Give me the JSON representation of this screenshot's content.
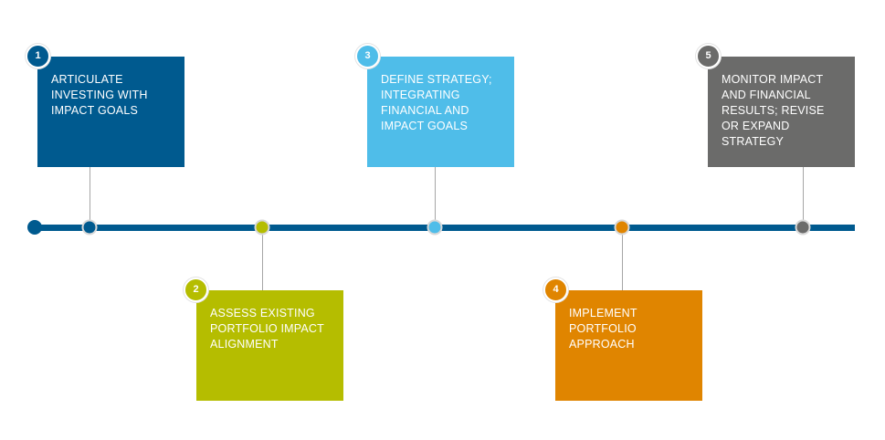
{
  "steps": [
    {
      "number": "1",
      "label": "ARTICULATE INVESTING WITH IMPACT GOALS",
      "color": "#005a8f"
    },
    {
      "number": "2",
      "label": "ASSESS EXISTING PORTFOLIO IMPACT ALIGNMENT",
      "color": "#b5bd00"
    },
    {
      "number": "3",
      "label": "DEFINE STRATEGY; INTEGRATING FINANCIAL AND IMPACT GOALS",
      "color": "#4fbde9"
    },
    {
      "number": "4",
      "label": "IMPLEMENT PORTFOLIO APPROACH",
      "color": "#e08500"
    },
    {
      "number": "5",
      "label": "MONITOR IMPACT AND FINANCIAL RESULTS; REVISE OR EXPAND STRATEGY",
      "color": "#6b6b6a"
    }
  ],
  "colors": {
    "timeline": "#005a8f",
    "connector": "#a6a6a6"
  }
}
